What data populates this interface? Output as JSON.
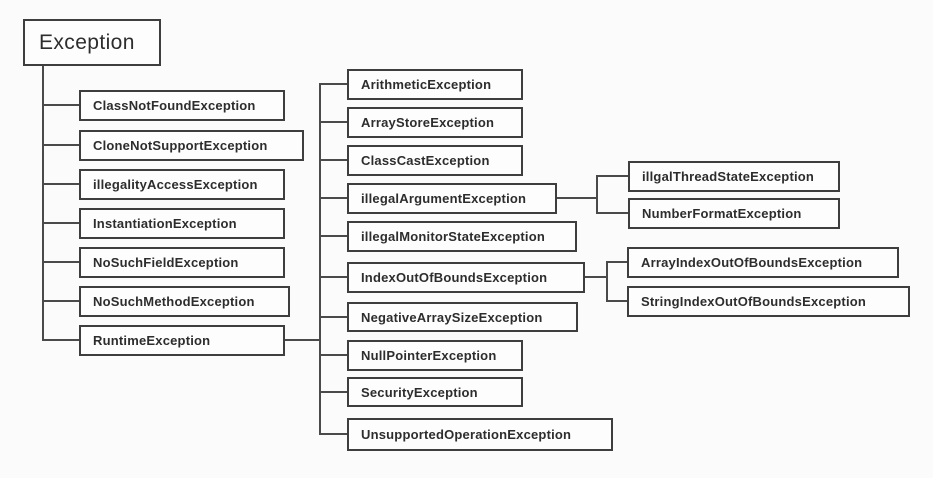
{
  "diagram": {
    "type": "tree",
    "topic": "Java Exception class hierarchy",
    "colors": {
      "background": "#fbfbfb",
      "box_fill": "#fdfdfd",
      "line": "#4a4a4a",
      "text": "#2d2d2d"
    },
    "tree": {
      "label": "Exception",
      "children": [
        {
          "label": "ClassNotFoundException"
        },
        {
          "label": "CloneNotSupportException"
        },
        {
          "label": "illegalityAccessException"
        },
        {
          "label": "InstantiationException"
        },
        {
          "label": "NoSuchFieldException"
        },
        {
          "label": "NoSuchMethodException"
        },
        {
          "label": "RuntimeException",
          "children": [
            {
              "label": "ArithmeticException"
            },
            {
              "label": "ArrayStoreException"
            },
            {
              "label": "ClassCastException"
            },
            {
              "label": "illegalArgumentException",
              "children": [
                {
                  "label": "illgalThreadStateException"
                },
                {
                  "label": "NumberFormatException"
                }
              ]
            },
            {
              "label": "illegalMonitorStateException"
            },
            {
              "label": "IndexOutOfBoundsException",
              "children": [
                {
                  "label": "ArrayIndexOutOfBoundsException"
                },
                {
                  "label": "StringIndexOutOfBoundsException"
                }
              ]
            },
            {
              "label": "NegativeArraySizeException"
            },
            {
              "label": "NullPointerException"
            },
            {
              "label": "SecurityException"
            },
            {
              "label": "UnsupportedOperationException"
            }
          ]
        }
      ]
    }
  }
}
